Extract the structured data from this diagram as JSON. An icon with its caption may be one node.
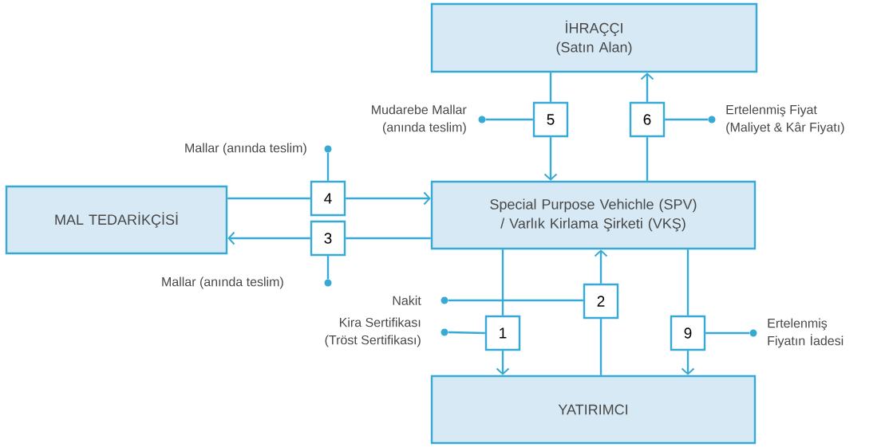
{
  "diagram": {
    "nodes": [
      {
        "text": [
          "İHRAÇÇI (Satın Alan)"
        ]
      },
      {
        "text": [],
        "shape": "circle",
        "beside": [
          "Mudarebe Mallar",
          "(anında teslim)"
        ]
      },
      {
        "text": [
          "5"
        ]
      },
      {
        "text": [
          "6"
        ]
      },
      {
        "text": [],
        "shape": "circle",
        "beside": [
          "Ertelenmiş Fiyat",
          "(Maliyet & Kâr Fiyatı)"
        ]
      },
      {
        "text": [],
        "shape": "circle",
        "beside": [
          "Mallar (anında teslim)"
        ]
      },
      {
        "text": [
          "MAL TEDARİKÇİSİ"
        ]
      },
      {
        "text": [
          "4"
        ]
      },
      {
        "text": [
          "Special Purpose Vehichle (SPV) / Varlık Kirlama Şirketi (VKŞ)"
        ]
      },
      {
        "text": [
          "3"
        ]
      },
      {
        "text": [],
        "shape": "circle"
      },
      {
        "text": [],
        "shape": "circle",
        "beside": [
          "Nakit"
        ]
      },
      {
        "text": [
          "2"
        ]
      },
      {
        "text": [],
        "shape": "circle",
        "beside": [
          "Kira Sertifikası",
          "(Tröst Sertifikası)"
        ]
      },
      {
        "text": [
          "1"
        ]
      },
      {
        "text": [
          "9"
        ]
      },
      {
        "text": [],
        "shape": "circle",
        "beside": [
          "Ertelenmiş Fiyatın İadesi"
        ]
      },
      {
        "text": [
          "YATIRIMCI"
        ]
      }
    ],
    "edges": [
      {
        "from": 0,
        "to": 2,
        "arrow": "none"
      },
      {
        "from": 2,
        "to": 8,
        "arrow": "to"
      },
      {
        "from": 8,
        "to": 3,
        "arrow": "none"
      },
      {
        "from": 3,
        "to": 0,
        "arrow": "to"
      },
      {
        "from": 6,
        "to": 7,
        "arrow": "none"
      },
      {
        "from": 7,
        "to": 8,
        "arrow": "to"
      },
      {
        "from": 8,
        "to": 9,
        "arrow": "none"
      },
      {
        "from": 9,
        "to": 6,
        "arrow": "to"
      },
      {
        "from": 17,
        "to": 12,
        "arrow": "none"
      },
      {
        "from": 12,
        "to": 8,
        "arrow": "to"
      },
      {
        "from": 8,
        "to": 14,
        "arrow": "none"
      },
      {
        "from": 14,
        "to": 17,
        "arrow": "to"
      },
      {
        "from": 8,
        "to": 15,
        "arrow": "none"
      },
      {
        "from": 15,
        "to": 17,
        "arrow": "to"
      },
      {
        "from": 1,
        "to": 2,
        "arrow": "none"
      },
      {
        "from": 4,
        "to": 3,
        "arrow": "none"
      },
      {
        "from": 5,
        "to": 7,
        "arrow": "none"
      },
      {
        "from": 10,
        "to": 9,
        "arrow": "none"
      },
      {
        "from": 11,
        "to": 12,
        "arrow": "none"
      },
      {
        "from": 13,
        "to": 14,
        "arrow": "none"
      },
      {
        "from": 16,
        "to": 15,
        "arrow": "none"
      }
    ],
    "labels": [
      "Mallar (anında teslim)"
    ]
  }
}
